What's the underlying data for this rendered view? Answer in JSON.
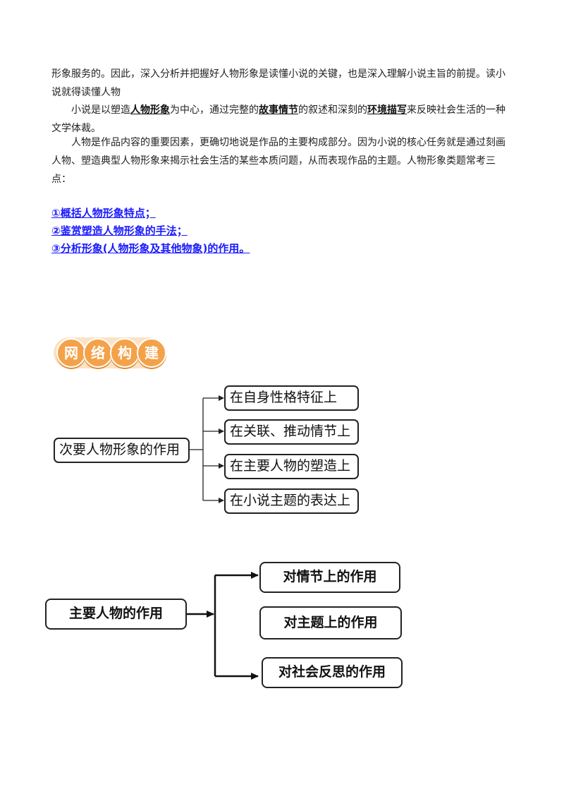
{
  "intro": {
    "p1": "形象服务的。因此，深入分析并把握好人物形象是读懂小说的关键，也是深入理解小说主旨的前提。读小说就得读懂人物",
    "p2_a": "小说是以塑造",
    "p2_b": "人物形象",
    "p2_c": "为中心，通过完整的",
    "p2_d": "故事情节",
    "p2_e": "的叙述和深刻的",
    "p2_f": "环境描写",
    "p2_g": "来反映社会生活的一种文学体裁。",
    "p3": "人物是作品内容的重要因素，更确切地说是作品的主要构成部分。因为小说的核心任务就是通过刻画人物、塑造典型人物形象来揭示社会生活的某些本质问题，从而表现作品的主题。人物形象类题常考三点："
  },
  "key_points": [
    "①概括人物形象特点；",
    "②鉴赏塑造人物形象的手法；",
    "③分析形象(人物形象及其他物象)的作用。"
  ],
  "section_badge": [
    "网",
    "络",
    "构",
    "建"
  ],
  "diagram1": {
    "root": "次要人物形象的作用",
    "branches": [
      "在自身性格特征上",
      "在关联、推动情节上",
      "在主要人物的塑造上",
      "在小说主题的表达上"
    ]
  },
  "diagram2": {
    "root": "主要人物的作用",
    "branches": [
      "对情节上的作用",
      "对主题上的作用",
      "对社会反思的作用"
    ]
  },
  "colors": {
    "key_points": "#1a1aff",
    "badge_orange": "#f4a24a",
    "badge_bg": "#fbe2c4"
  }
}
